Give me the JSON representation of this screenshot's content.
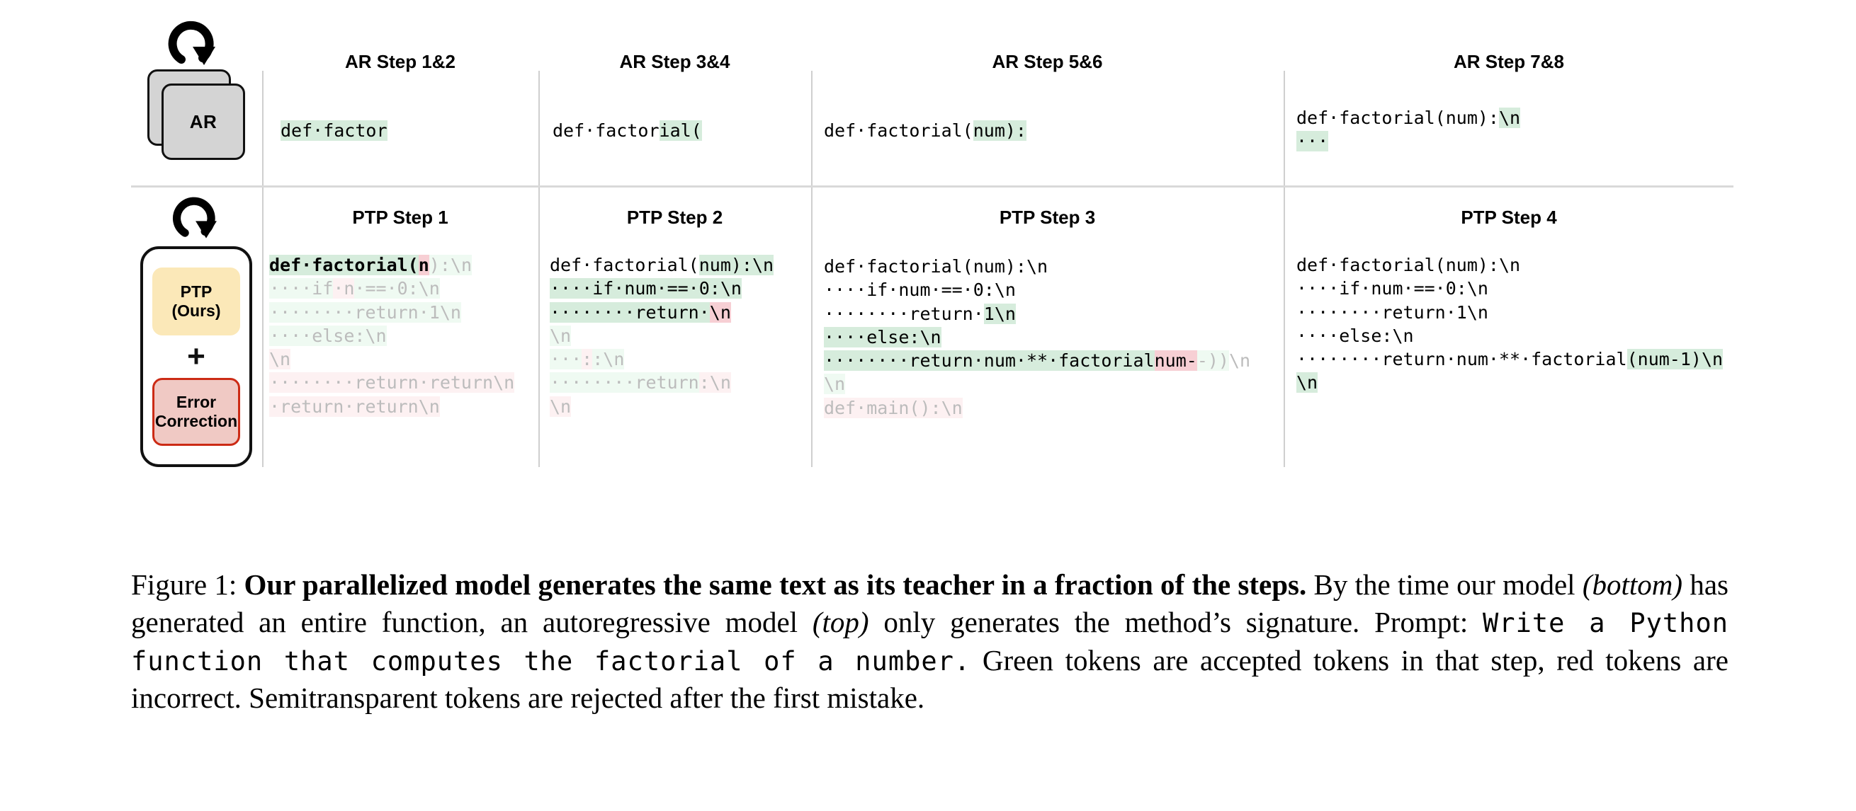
{
  "figure": {
    "models": {
      "ar": {
        "label": "AR",
        "icon": "refresh-loop-icon"
      },
      "ptp": {
        "label_line1": "PTP",
        "label_line2": "(Ours)",
        "plus": "+",
        "error_line1": "Error",
        "error_line2": "Correction",
        "icon": "refresh-loop-icon"
      }
    },
    "ar_row": {
      "headers": [
        "AR Step 1&2",
        "AR Step 3&4",
        "AR Step 5&6",
        "AR Step 7&8"
      ],
      "cells": [
        {
          "lines": [
            [
              {
                "t": "def·factor",
                "s": "g"
              }
            ]
          ]
        },
        {
          "lines": [
            [
              {
                "t": "def·factor",
                "s": "n"
              },
              {
                "t": "ial(",
                "s": "g"
              }
            ]
          ]
        },
        {
          "lines": [
            [
              {
                "t": "def·factorial(",
                "s": "n"
              },
              {
                "t": "num):",
                "s": "g"
              }
            ]
          ]
        },
        {
          "lines": [
            [
              {
                "t": "def·factorial(num):",
                "s": "n"
              },
              {
                "t": "\\n",
                "s": "g"
              }
            ],
            [
              {
                "t": "···",
                "s": "g"
              }
            ]
          ]
        }
      ]
    },
    "ptp_row": {
      "headers": [
        "PTP Step 1",
        "PTP Step 2",
        "PTP Step 3",
        "PTP Step 4"
      ],
      "cells": [
        {
          "lines": [
            [
              {
                "t": "def·factorial(",
                "s": "g",
                "b": true
              },
              {
                "t": "n",
                "s": "r",
                "b": true
              },
              {
                "t": ")",
                "s": "gf"
              },
              {
                "t": ":",
                "s": "gf"
              },
              {
                "t": "\\n",
                "s": "gf"
              }
            ],
            [
              {
                "t": "····if",
                "s": "gf"
              },
              {
                "t": "·n",
                "s": "rf"
              },
              {
                "t": "·==·0:\\n",
                "s": "gf"
              }
            ],
            [
              {
                "t": "········return·1\\n",
                "s": "gf"
              }
            ],
            [
              {
                "t": "····else:\\n",
                "s": "gf"
              }
            ],
            [
              {
                "t": "\\n",
                "s": "rf"
              }
            ],
            [
              {
                "t": "········return·return\\n",
                "s": "rf"
              }
            ],
            [
              {
                "t": "·return·return\\n",
                "s": "rf"
              }
            ]
          ]
        },
        {
          "lines": [
            [
              {
                "t": "def·factorial(",
                "s": "n"
              },
              {
                "t": "num):\\n",
                "s": "g"
              }
            ],
            [
              {
                "t": "····if·num·==·0:\\n",
                "s": "g"
              }
            ],
            [
              {
                "t": "········return·",
                "s": "g"
              },
              {
                "t": "\\n",
                "s": "r"
              }
            ],
            [
              {
                "t": "\\n",
                "s": "gf"
              }
            ],
            [
              {
                "t": "···",
                "s": "gf"
              },
              {
                "t": ":",
                "s": "rf"
              },
              {
                "t": ":\\n",
                "s": "gf"
              }
            ],
            [
              {
                "t": "········return",
                "s": "gf"
              },
              {
                "t": ":\\n",
                "s": "rf"
              }
            ],
            [
              {
                "t": "\\n",
                "s": "rf"
              }
            ]
          ]
        },
        {
          "lines": [
            [
              {
                "t": "def·factorial(num):\\n",
                "s": "n"
              }
            ],
            [
              {
                "t": "····if·num·==·0:\\n",
                "s": "n"
              }
            ],
            [
              {
                "t": "········return·",
                "s": "n"
              },
              {
                "t": "1\\n",
                "s": "g"
              }
            ],
            [
              {
                "t": "····else:\\n",
                "s": "g"
              }
            ],
            [
              {
                "t": "········return·num·**·factorial",
                "s": "g"
              },
              {
                "t": "num-",
                "s": "r"
              },
              {
                "t": "-))",
                "s": "gf"
              },
              {
                "t": "\\n",
                "s": "pf"
              }
            ],
            [
              {
                "t": "\\n",
                "s": "gf"
              }
            ],
            [
              {
                "t": "def·main():\\n",
                "s": "rf"
              }
            ]
          ]
        },
        {
          "lines": [
            [
              {
                "t": "def·factorial(num):\\n",
                "s": "n"
              }
            ],
            [
              {
                "t": "····if·num·==·0:\\n",
                "s": "n"
              }
            ],
            [
              {
                "t": "········return·1\\n",
                "s": "n"
              }
            ],
            [
              {
                "t": "····else:\\n",
                "s": "n"
              }
            ],
            [
              {
                "t": "········return·num·**·factorial",
                "s": "n"
              },
              {
                "t": "(num-1)\\n",
                "s": "g"
              }
            ],
            [
              {
                "t": "\\n",
                "s": "g"
              }
            ]
          ]
        }
      ]
    },
    "colors": {
      "accepted_green": "#d6ecdc",
      "incorrect_red": "#f7cfd4",
      "rejected_green": "#effaf2",
      "rejected_red": "#fdf1f2",
      "ptp_pill": "#fbe8b8",
      "error_pill": "#f0c9c4",
      "error_border": "#cc2b15",
      "card_fill": "#d4d4d4",
      "rule": "#cfcfcf"
    }
  },
  "caption": {
    "label": "Figure 1: ",
    "bold_lead": "Our parallelized model generates the same text as its teacher in a fraction of the steps.",
    "part1": " By the time our model ",
    "italic1": "(bottom)",
    "part2": " has generated an entire function, an autoregressive model ",
    "italic2": "(top)",
    "part3": " only generates the method’s signature. Prompt: ",
    "prompt": "Write a Python function that computes the factorial of a number.",
    "part4": " Green tokens are accepted tokens in that step, red tokens are incorrect. Semitransparent tokens are rejected after the first mistake."
  }
}
